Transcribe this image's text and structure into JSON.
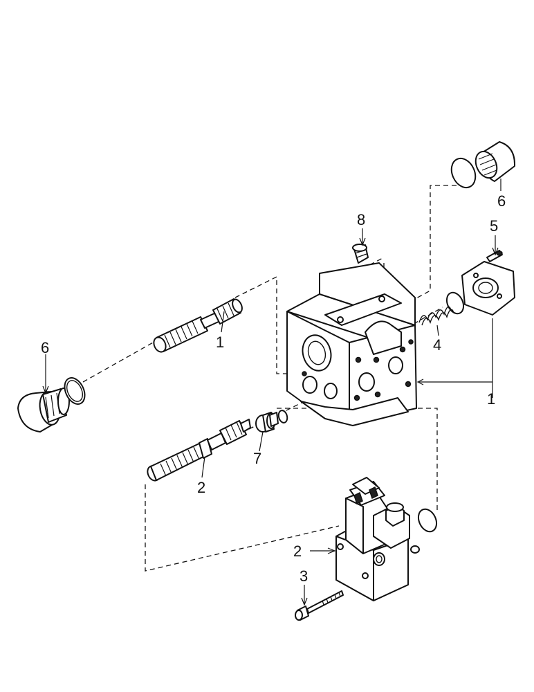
{
  "callouts": {
    "c1_upper": "1",
    "c1_right": "1",
    "c2_spool": "2",
    "c2_valve": "2",
    "c3": "3",
    "c4": "4",
    "c5": "5",
    "c6_left": "6",
    "c6_right": "6",
    "c7": "7",
    "c8": "8"
  },
  "colors": {
    "ink": "#111111",
    "paper": "#ffffff"
  }
}
